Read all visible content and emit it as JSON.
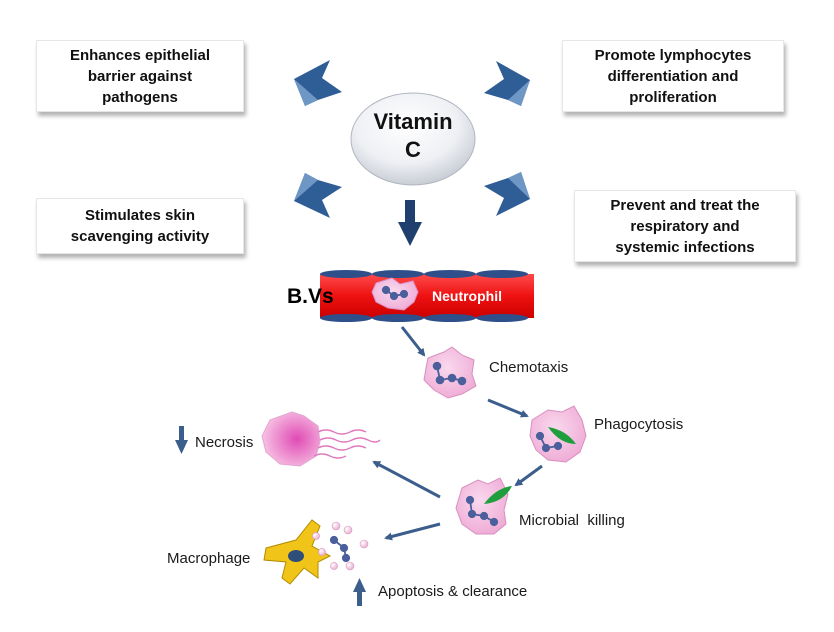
{
  "center": {
    "label": "Vitamin\nC"
  },
  "effects": {
    "top_left": "Enhances epithelial\nbarrier against\npathogens",
    "top_right": "Promote lymphocytes\ndifferentiation and\nproliferation",
    "bottom_left": "Stimulates skin\nscavenging activity",
    "bottom_right": "Prevent and treat the\nrespiratory and\nsystemic infections"
  },
  "vessel": {
    "label": "B.Vs",
    "cell_label": "Neutrophil"
  },
  "stages": {
    "chemotaxis": "Chemotaxis",
    "phagocytosis": "Phagocytosis",
    "microbial_killing": "Microbial  killing",
    "necrosis": "Necrosis",
    "macrophage": "Macrophage",
    "apoptosis": "Apoptosis & clearance"
  },
  "colors": {
    "arrow": "#3b5e8c",
    "vessel": "#ee1111",
    "vessel_edge": "#2e4f8a",
    "cell_fill": "#f2b6dc",
    "cell_edge": "#d890c0",
    "nucleus": "#4a5f9b",
    "bacteria": "#1f9e3d",
    "macrophage": "#f0c419"
  }
}
